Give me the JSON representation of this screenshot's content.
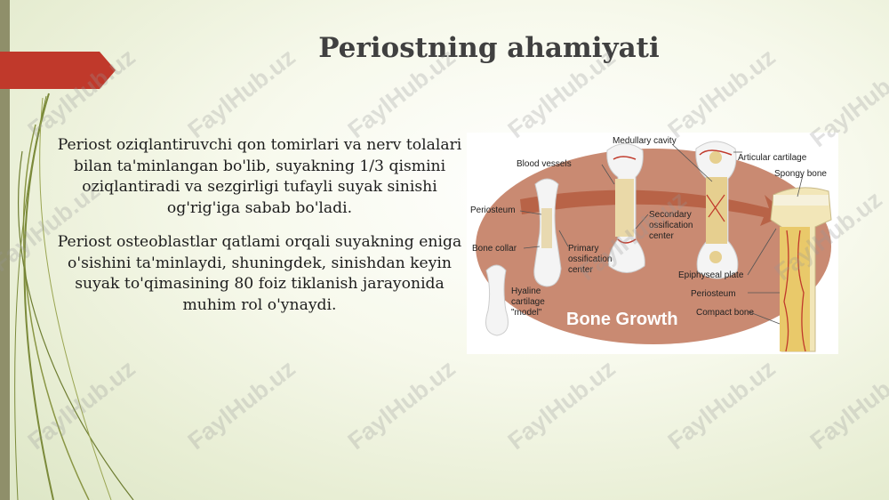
{
  "slide": {
    "title": "Periostning ahamiyati",
    "paragraphs": [
      "Periost oziqlantiruvchi qon tomirlari va nerv tolalari bilan ta'minlangan bo'lib, suyakning 1/3 qismini oziqlantiradi va sezgirligi tufayli suyak sinishi og'rig'iga sabab bo'ladi.",
      "Periost osteoblastlar qatlami orqali suyakning eniga o'sishini ta'minlaydi, shuningdek, sinishdan keyin suyak to'qimasining 80 foiz tiklanish jarayonida muhim rol o'ynaydi."
    ]
  },
  "diagram": {
    "title": "Bone Growth",
    "labels": {
      "medullary_cavity": "Medullary cavity",
      "blood_vessels": "Blood vessels",
      "articular_cartilage": "Articular cartilage",
      "spongy_bone": "Spongy bone",
      "periosteum_left": "Periosteum",
      "secondary_1": "Secondary",
      "secondary_2": "ossification",
      "secondary_3": "center",
      "bone_collar": "Bone collar",
      "primary_1": "Primary",
      "primary_2": "ossification",
      "primary_3": "center",
      "epiphyseal_plate": "Epiphyseal plate",
      "periosteum_right": "Periosteum",
      "compact_bone": "Compact bone",
      "hyaline_1": "Hyaline",
      "hyaline_2": "cartilage",
      "hyaline_3": "\"model\""
    }
  },
  "watermark": "FaylHub.uz",
  "colors": {
    "accent_red": "#c0392b",
    "title": "#404040",
    "ellipse": "#c98a72"
  }
}
